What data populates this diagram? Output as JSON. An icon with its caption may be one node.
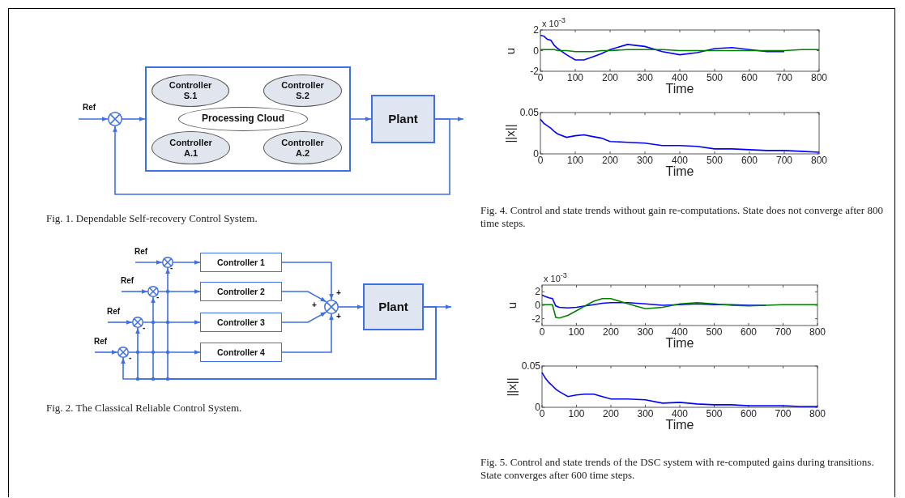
{
  "diagram": {
    "nodes": [
      {
        "text": [],
        "shape": "circle"
      },
      {
        "text": [],
        "shape": "box"
      },
      {
        "text": [
          "Controller S.1"
        ],
        "in": 1
      },
      {
        "text": [
          "Controller S.2"
        ],
        "in": 1
      },
      {
        "text": [
          "Processing Cloud"
        ],
        "in": 1
      },
      {
        "text": [
          "Controller A.1"
        ],
        "in": 1
      },
      {
        "text": [
          "Controller A.2"
        ],
        "in": 1
      },
      {
        "text": [
          "Plant"
        ]
      },
      {
        "text": [],
        "shape": "circle"
      },
      {
        "text": [],
        "shape": "circle"
      },
      {
        "text": [],
        "shape": "circle"
      },
      {
        "text": [],
        "shape": "circle"
      },
      {
        "text": [
          "Controller 1"
        ]
      },
      {
        "text": [
          "Controller 2"
        ]
      },
      {
        "text": [
          "Controller 3"
        ]
      },
      {
        "text": [
          "Controller 4"
        ]
      },
      {
        "text": [],
        "shape": "circle"
      },
      {
        "text": [
          "Plant"
        ]
      }
    ],
    "edges": [
      {
        "from": null,
        "to": 0,
        "arrow": "to",
        "label": "Ref"
      },
      {
        "from": 0,
        "to": 1,
        "arrow": "to"
      },
      {
        "from": 1,
        "to": 7,
        "arrow": "to"
      },
      {
        "from": 7,
        "to": null,
        "arrow": "to"
      },
      {
        "from": 7,
        "to": 0,
        "arrow": "to"
      },
      {
        "from": null,
        "to": 8,
        "arrow": "to",
        "label": "Ref"
      },
      {
        "from": null,
        "to": 9,
        "arrow": "to",
        "label": "Ref"
      },
      {
        "from": null,
        "to": 10,
        "arrow": "to",
        "label": "Ref"
      },
      {
        "from": null,
        "to": 11,
        "arrow": "to",
        "label": "Ref"
      },
      {
        "from": 8,
        "to": 12,
        "arrow": "to"
      },
      {
        "from": 9,
        "to": 13,
        "arrow": "to"
      },
      {
        "from": 10,
        "to": 14,
        "arrow": "to"
      },
      {
        "from": 11,
        "to": 15,
        "arrow": "to"
      },
      {
        "from": 12,
        "to": 16,
        "arrow": "to"
      },
      {
        "from": 13,
        "to": 16,
        "arrow": "to"
      },
      {
        "from": 14,
        "to": 16,
        "arrow": "to"
      },
      {
        "from": 15,
        "to": 16,
        "arrow": "to"
      },
      {
        "from": 16,
        "to": 17,
        "arrow": "to"
      },
      {
        "from": 17,
        "to": null,
        "arrow": "to"
      },
      {
        "from": 17,
        "to": 8,
        "arrow": "to"
      },
      {
        "from": 17,
        "to": 9,
        "arrow": "to"
      },
      {
        "from": 17,
        "to": 10,
        "arrow": "to"
      },
      {
        "from": 17,
        "to": 11,
        "arrow": "to"
      }
    ],
    "labels": [
      "Fig. 1. Dependable Self-recovery Control System.",
      "-",
      "+",
      "-",
      "+",
      "+",
      "-",
      "-",
      "Fig. 2. The Classical Reliable Control System.",
      "Fig. 4. Control and state trends without gain re-computations. State does not converge after 800 time steps.",
      "Fig. 5. Control and state trends of the DSC system with re-computed gains during transitions. State converges after 600 time steps."
    ],
    "chart_data": [
      {
        "type": "line",
        "xlabel": "Time",
        "ylabel": "u",
        "x": [
          0,
          10,
          20,
          30,
          40,
          50,
          75,
          100,
          125,
          150,
          175,
          200,
          250,
          300,
          350,
          400,
          450,
          500,
          550,
          600,
          650,
          700,
          750,
          800
        ],
        "xlim": [
          0,
          800
        ],
        "ylim": [
          -2,
          2
        ],
        "xticks": [
          0,
          100,
          200,
          300,
          400,
          500,
          600,
          700,
          800
        ],
        "yticks": [
          -2,
          0,
          2
        ],
        "annotations": [
          "x 10$^{-3}$"
        ],
        "series": [
          {
            "color": "#0000ff",
            "values": [
              1.5,
              1.4,
              1.1,
              1.0,
              0.5,
              0.2,
              -0.4,
              -0.9,
              -0.9,
              -0.6,
              -0.3,
              0.1,
              0.6,
              0.4,
              -0.1,
              -0.4,
              -0.2,
              0.2,
              0.3,
              0.1,
              -0.1,
              -0.1,
              null,
              null
            ]
          },
          {
            "color": "#008000",
            "values": [
              0.1,
              0.1,
              0.1,
              0.1,
              0.1,
              0.0,
              0.0,
              -0.1,
              -0.1,
              -0.1,
              0.0,
              0.0,
              0.1,
              0.1,
              0.1,
              0.0,
              0.0,
              0.0,
              0.0,
              0.0,
              0.0,
              0.0,
              0.1,
              0.1
            ]
          }
        ]
      },
      {
        "type": "line",
        "xlabel": "Time",
        "ylabel": "||x||",
        "x": [
          0,
          10,
          20,
          30,
          40,
          50,
          75,
          100,
          125,
          150,
          175,
          200,
          250,
          300,
          350,
          400,
          450,
          500,
          550,
          600,
          650,
          700,
          750,
          800
        ],
        "xlim": [
          0,
          800
        ],
        "ylim": [
          0,
          0.05
        ],
        "xticks": [
          0,
          100,
          200,
          300,
          400,
          500,
          600,
          700,
          800
        ],
        "yticks": [
          0,
          0.05
        ],
        "series": [
          {
            "color": "#0000ff",
            "values": [
              0.042,
              0.037,
              0.034,
              0.031,
              0.027,
              0.024,
              0.02,
              0.022,
              0.023,
              0.021,
              0.019,
              0.015,
              0.014,
              0.013,
              0.01,
              0.01,
              0.009,
              0.006,
              0.006,
              0.005,
              0.004,
              0.004,
              0.003,
              0.002
            ]
          }
        ]
      },
      {
        "type": "line",
        "xlabel": "Time",
        "ylabel": "u",
        "x": [
          0,
          10,
          20,
          30,
          40,
          50,
          75,
          100,
          125,
          150,
          175,
          200,
          250,
          300,
          350,
          400,
          450,
          500,
          550,
          600,
          650,
          700,
          750,
          800
        ],
        "xlim": [
          0,
          800
        ],
        "ylim": [
          -3,
          3
        ],
        "xticks": [
          0,
          100,
          200,
          300,
          400,
          500,
          600,
          700,
          800
        ],
        "yticks": [
          -2,
          0,
          2
        ],
        "annotations": [
          "x 10$^{-3}$"
        ],
        "series": [
          {
            "color": "#0000ff",
            "values": [
              1.5,
              1.3,
              1.1,
              1.0,
              -0.1,
              -0.3,
              -0.4,
              -0.3,
              -0.1,
              0.1,
              0.3,
              0.4,
              0.4,
              0.2,
              0.0,
              0.1,
              0.2,
              0.1,
              0.1,
              0.0,
              0.0,
              null,
              null,
              null
            ]
          },
          {
            "color": "#008000",
            "values": [
              0.1,
              0.1,
              0.1,
              0.1,
              -1.8,
              -1.9,
              -1.5,
              -0.8,
              -0.1,
              0.6,
              1.0,
              1.0,
              0.2,
              -0.5,
              -0.3,
              0.2,
              0.4,
              0.2,
              0.0,
              -0.1,
              0.0,
              0.1,
              0.1,
              0.1
            ]
          }
        ]
      },
      {
        "type": "line",
        "xlabel": "Time",
        "ylabel": "||x||",
        "x": [
          0,
          10,
          20,
          30,
          40,
          50,
          75,
          100,
          125,
          150,
          175,
          200,
          250,
          300,
          350,
          400,
          450,
          500,
          550,
          600,
          650,
          700,
          750,
          800
        ],
        "xlim": [
          0,
          800
        ],
        "ylim": [
          0,
          0.05
        ],
        "xticks": [
          0,
          100,
          200,
          300,
          400,
          500,
          600,
          700,
          800
        ],
        "yticks": [
          0,
          0.05
        ],
        "series": [
          {
            "color": "#0000ff",
            "values": [
              0.042,
              0.035,
              0.03,
              0.026,
              0.022,
              0.019,
              0.013,
              0.015,
              0.016,
              0.016,
              0.013,
              0.01,
              0.01,
              0.009,
              0.005,
              0.006,
              0.004,
              0.003,
              0.003,
              0.002,
              0.002,
              0.002,
              0.001,
              0.001
            ]
          }
        ]
      }
    ]
  }
}
